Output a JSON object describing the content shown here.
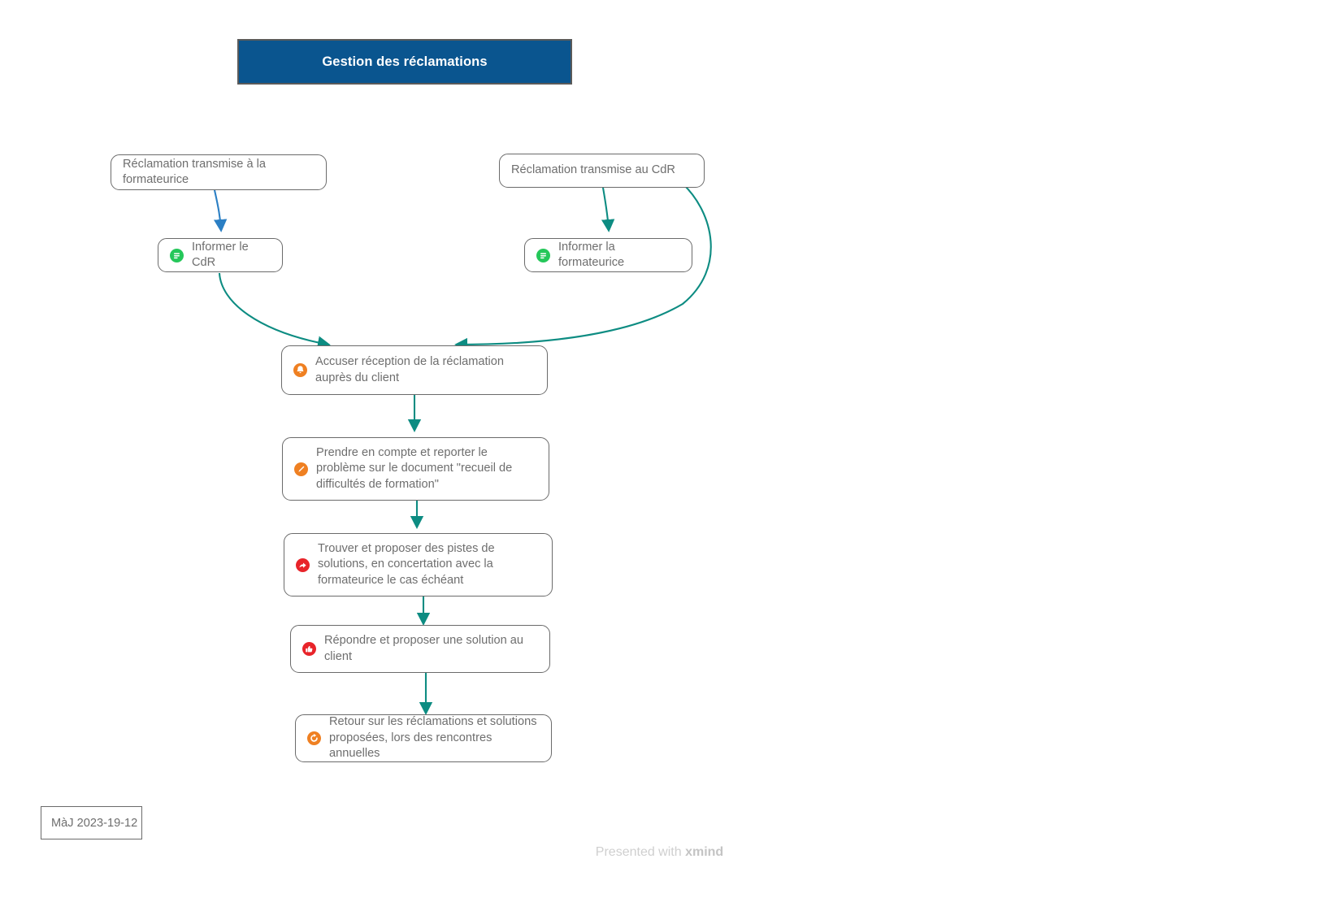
{
  "title": {
    "label": "Gestion des réclamations",
    "background": "#0a558f",
    "text_color": "#ffffff"
  },
  "colors": {
    "edge": "#0d8c82",
    "edge_blue": "#2b7fc4",
    "node_border": "#6b6b6b",
    "node_text": "#6e6e6e",
    "icon_green": "#25c75a",
    "icon_orange": "#ef8022",
    "icon_red": "#e8242a"
  },
  "nodes": [
    {
      "id": "reclamation-formateurice",
      "label": "Réclamation transmise à la formateurice",
      "icon": null
    },
    {
      "id": "reclamation-cdr",
      "label": "Réclamation transmise au CdR",
      "icon": null
    },
    {
      "id": "informer-cdr",
      "label": "Informer le CdR",
      "icon": "note-green-icon"
    },
    {
      "id": "informer-formateurice",
      "label": "Informer la formateurice",
      "icon": "note-green-icon"
    },
    {
      "id": "accuser-reception",
      "label": "Accuser réception de la réclamation auprès du client",
      "icon": "bell-orange-icon"
    },
    {
      "id": "prendre-en-compte",
      "label": "Prendre en compte et reporter le problème sur le document \"recueil de difficultés de formation\"",
      "icon": "pencil-orange-icon"
    },
    {
      "id": "trouver-solutions",
      "label": "Trouver et proposer des pistes de solutions, en concertation avec la formateurice le cas échéant",
      "icon": "arrow-red-icon"
    },
    {
      "id": "repondre-client",
      "label": "Répondre et proposer une solution au client",
      "icon": "thumbup-red-icon"
    },
    {
      "id": "retour-reclamations",
      "label": "Retour sur les réclamations et solutions proposées, lors des rencontres annuelles",
      "icon": "refresh-orange-icon"
    }
  ],
  "footer": {
    "date_label": "MàJ 2023-19-12",
    "watermark_prefix": "Presented with ",
    "watermark_brand": "xmind"
  }
}
